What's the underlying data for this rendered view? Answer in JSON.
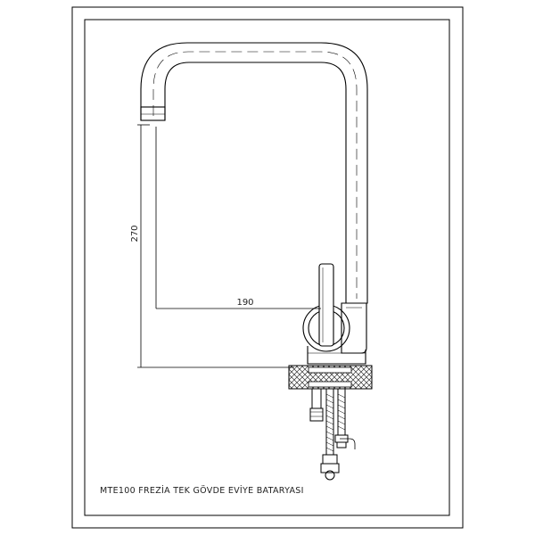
{
  "drawing": {
    "title": "MTE100 FREZİA TEK GÖVDE EVİYE BATARYASI",
    "dimensions": {
      "height_label": "270",
      "reach_label": "190"
    }
  }
}
